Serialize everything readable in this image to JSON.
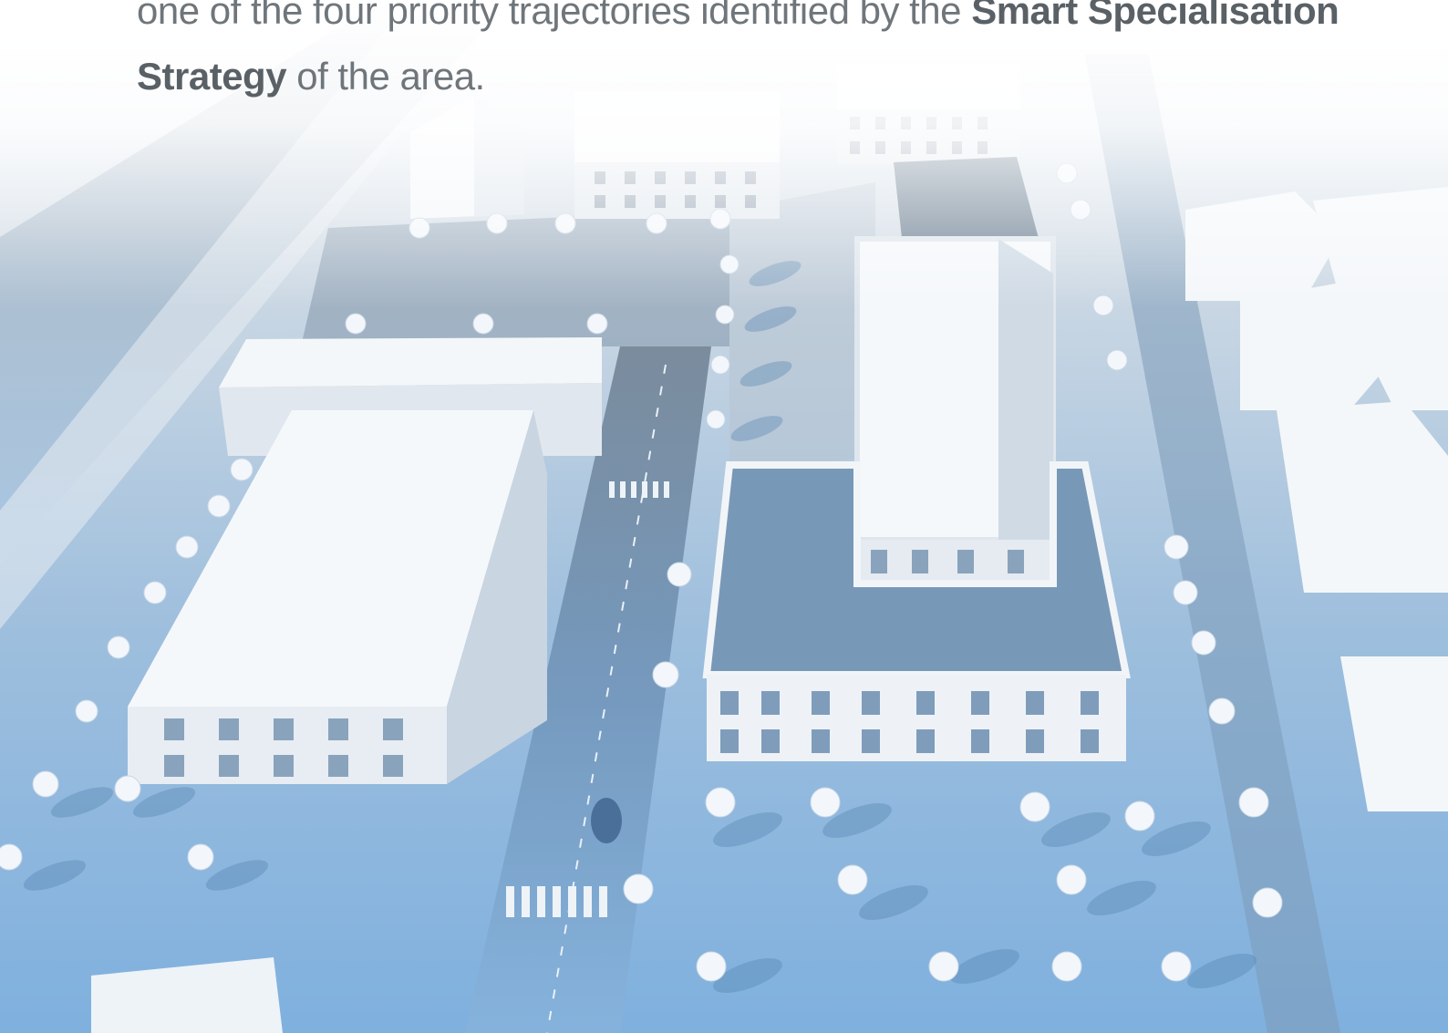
{
  "text": {
    "line1_start": "one of the four priority trajectories identified by the",
    "emphasis": "Smart Specialisation Strategy",
    "line2_end": "of the area."
  },
  "colors": {
    "ground_top": "#e9eef3",
    "ground_bottom": "#8db6dc",
    "building": "#f4f7fa",
    "shadow": "#5d89b4",
    "text": "#6f767b"
  }
}
